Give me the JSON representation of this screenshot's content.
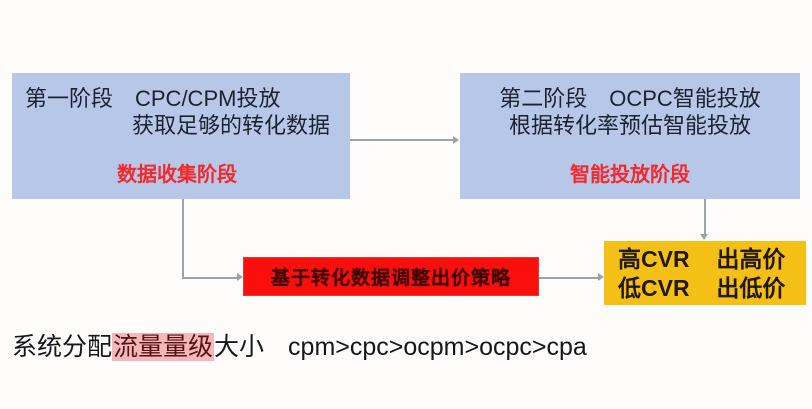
{
  "colors": {
    "background": "#fdfcfb",
    "stage_box_fill": "#b6c7e8",
    "stage_caption_red": "#f3292b",
    "strategy_fill": "#fa0f0c",
    "strategy_border": "#e23b33",
    "cvr_fill": "#f5c015",
    "connector": "#9aa2ad",
    "highlight_pink": "#f3b8ba"
  },
  "stage_one": {
    "heading": "第一阶段　CPC/CPM投放",
    "subheading": "获取足够的转化数据",
    "caption": "数据收集阶段"
  },
  "stage_two": {
    "heading": "第二阶段　OCPC智能投放",
    "subheading": "根据转化率预估智能投放",
    "caption": "智能投放阶段"
  },
  "strategy": {
    "label": "基于转化数据调整出价策略"
  },
  "cvr": {
    "line_one_left": "高CVR",
    "line_one_right": "出高价",
    "line_two_left": "低CVR",
    "line_two_right": "出低价"
  },
  "bottom_note": {
    "prefix": "系统分配",
    "highlight": "流量量级",
    "suffix": "大小",
    "formula": "cpm>cpc>ocpm>ocpc>cpa"
  }
}
